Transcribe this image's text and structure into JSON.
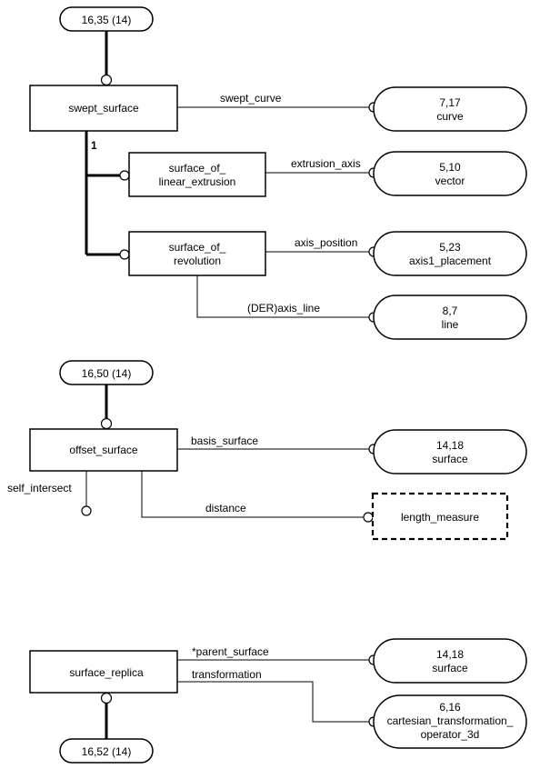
{
  "references": {
    "swept_surface_ref": "16,35 (14)",
    "offset_surface_ref": "16,50 (14)",
    "surface_replica_ref": "16,52 (14)"
  },
  "entities": {
    "swept_surface": "swept_surface",
    "surface_of_linear_extrusion_1": "surface_of_",
    "surface_of_linear_extrusion_2": "linear_extrusion",
    "surface_of_revolution_1": "surface_of_",
    "surface_of_revolution_2": "revolution",
    "offset_surface": "offset_surface",
    "surface_replica": "surface_replica"
  },
  "targets": {
    "curve_ref": "7,17",
    "curve_name": "curve",
    "vector_ref": "5,10",
    "vector_name": "vector",
    "axis1_ref": "5,23",
    "axis1_name": "axis1_placement",
    "line_ref": "8,7",
    "line_name": "line",
    "surface1_ref": "14,18",
    "surface1_name": "surface",
    "length_measure": "length_measure",
    "surface2_ref": "14,18",
    "surface2_name": "surface",
    "cto_ref": "6,16",
    "cto_name_1": "cartesian_transformation_",
    "cto_name_2": "operator_3d"
  },
  "attributes": {
    "swept_curve": "swept_curve",
    "subtype_count": "1",
    "extrusion_axis": "extrusion_axis",
    "axis_position": "axis_position",
    "axis_line": "(DER)axis_line",
    "basis_surface": "basis_surface",
    "self_intersect": "self_intersect",
    "distance": "distance",
    "parent_surface": "*parent_surface",
    "transformation": "transformation"
  }
}
